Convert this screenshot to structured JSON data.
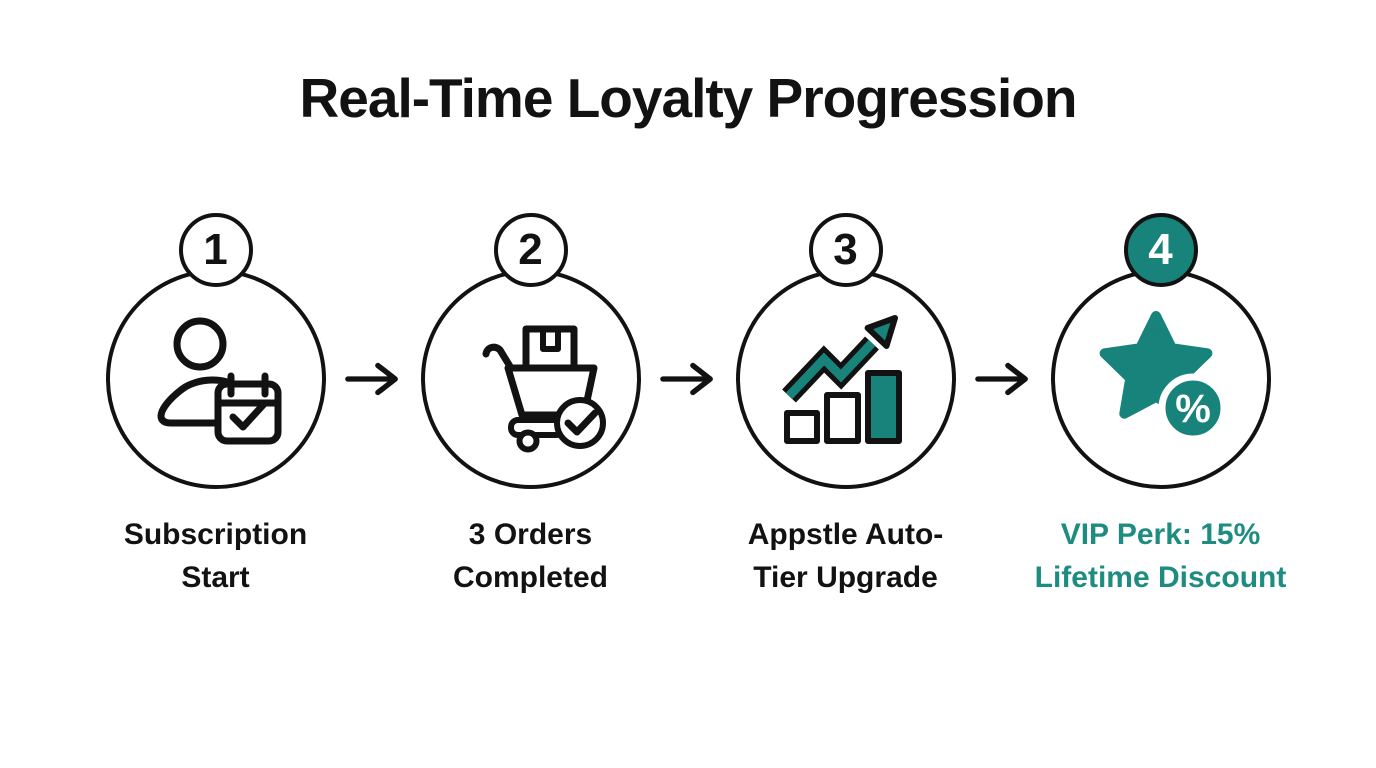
{
  "title": "Real-Time Loyalty Progression",
  "colors": {
    "ink": "#121212",
    "teal": "#17837a",
    "teal_text": "#1e8c80",
    "background": "#ffffff"
  },
  "steps": [
    {
      "number": "1",
      "label_lines": [
        "Subscription",
        "Start"
      ],
      "icon": "user-calendar-icon",
      "highlighted": false
    },
    {
      "number": "2",
      "label_lines": [
        "3 Orders",
        "Completed"
      ],
      "icon": "cart-check-icon",
      "highlighted": false
    },
    {
      "number": "3",
      "label_lines": [
        "Appstle Auto-",
        "Tier Upgrade"
      ],
      "icon": "growth-chart-icon",
      "highlighted": false
    },
    {
      "number": "4",
      "label_lines": [
        "VIP Perk: 15%",
        "Lifetime Discount"
      ],
      "icon": "star-discount-icon",
      "icon_glyph": "%",
      "highlighted": true
    }
  ],
  "connector": {
    "symbol": "→",
    "name": "arrow-right-icon"
  }
}
